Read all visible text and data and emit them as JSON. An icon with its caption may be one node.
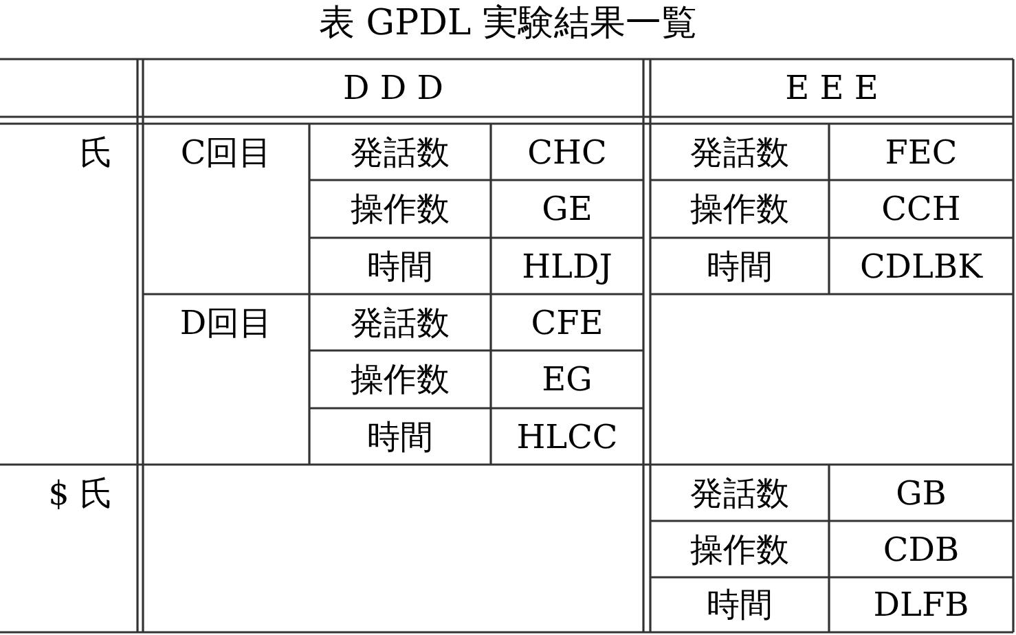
{
  "diagram": {
    "title": "表 GPDL 実験結果一覧",
    "labels": [
      "D D D",
      "E E E",
      "氏",
      "C回目",
      "発話数",
      "CHC",
      "発話数",
      "FEC",
      "操作数",
      "GE",
      "操作数",
      "CCH",
      "時間",
      "HLDJ",
      "時間",
      "CDLBK",
      "D回目",
      "発話数",
      "CFE",
      "操作数",
      "EG",
      "時間",
      "HLCC",
      "$ 氏",
      "発話数",
      "GB",
      "操作数",
      "CDB",
      "時間",
      "DLFB"
    ]
  }
}
